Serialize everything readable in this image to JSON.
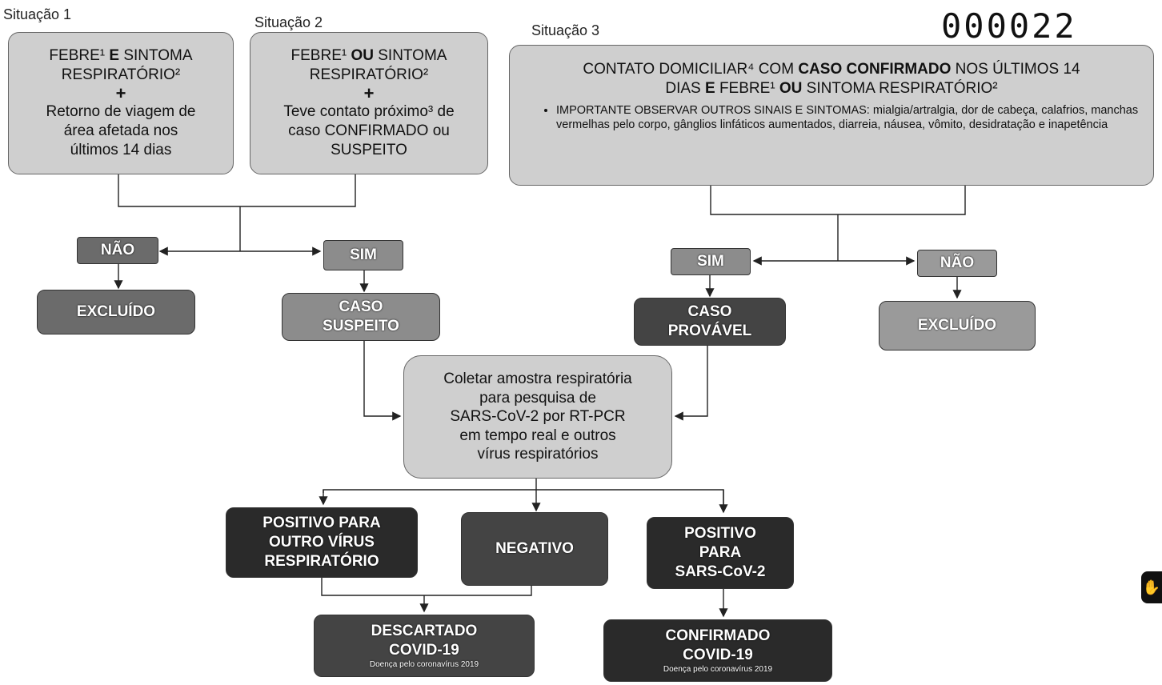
{
  "labels": {
    "s1": "Situação 1",
    "s2": "Situação 2",
    "s3": "Situação 3"
  },
  "stamp": "000022",
  "box1": {
    "line1a": "FEBRE¹ ",
    "line1b": "E",
    "line1c": " SINTOMA",
    "line2": "RESPIRATÓRIO²",
    "plus": "+",
    "line3": "Retorno de viagem de",
    "line4": "área afetada nos",
    "line5": "últimos 14 dias"
  },
  "box2": {
    "line1a": "FEBRE¹ ",
    "line1b": "OU",
    "line1c": " SINTOMA",
    "line2": "RESPIRATÓRIO²",
    "plus": "+",
    "line3": "Teve contato próximo³ de",
    "line4": "caso CONFIRMADO ou",
    "line5": "SUSPEITO"
  },
  "box3": {
    "t1": "CONTATO DOMICILIAR⁴ COM ",
    "t2": "CASO CONFIRMADO",
    "t3": " NOS ÚLTIMOS 14",
    "t4": "DIAS ",
    "t5": "E",
    "t6": " FEBRE¹ ",
    "t7": "OU",
    "t8": " SINTOMA RESPIRATÓRIO²",
    "important": "IMPORTANTE OBSERVAR OUTROS SINAIS E SINTOMAS: mialgia/artralgia, dor de cabeça, calafrios, manchas vermelhas pelo corpo, gânglios linfáticos aumentados, diarreia, náusea, vômito, desidratação e inapetência"
  },
  "nao_left": "NÃO",
  "sim_left": "SIM",
  "sim_right": "SIM",
  "nao_right": "NÃO",
  "excluido_left": "EXCLUÍDO",
  "excluido_right": "EXCLUÍDO",
  "suspeito": {
    "l1": "CASO",
    "l2": "SUSPEITO"
  },
  "provavel": {
    "l1": "CASO",
    "l2": "PROVÁVEL"
  },
  "coletar": {
    "l1": "Coletar amostra respiratória",
    "l2": "para pesquisa de",
    "l3": "SARS-CoV-2 por RT-PCR",
    "l4": "em tempo real e outros",
    "l5": "vírus respiratórios"
  },
  "outro": {
    "l1": "POSITIVO PARA",
    "l2": "OUTRO VÍRUS",
    "l3": "RESPIRATÓRIO"
  },
  "negativo": "NEGATIVO",
  "positivo": {
    "l1": "POSITIVO",
    "l2": "PARA",
    "l3": "SARS-CoV-2"
  },
  "descartado": {
    "l1": "DESCARTADO",
    "l2": "COVID-19",
    "note": "Doença pelo coronavírus 2019"
  },
  "confirmado": {
    "l1": "CONFIRMADO",
    "l2": "COVID-19",
    "note": "Doença pelo coronavírus 2019"
  }
}
